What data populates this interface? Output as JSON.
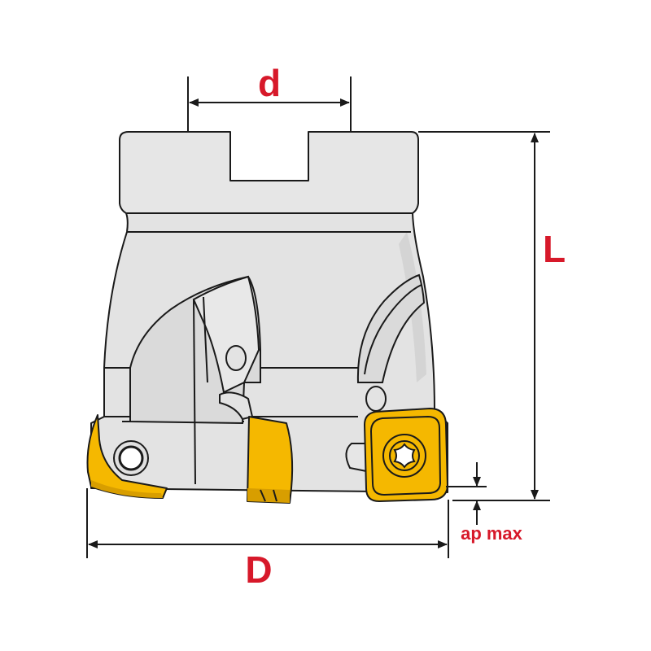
{
  "diagram": {
    "labels": {
      "d": "d",
      "L": "L",
      "D": "D",
      "ap_max": "ap max"
    },
    "colors": {
      "dimension_text": "#d7192a",
      "dimension_lines": "#1a1a1a",
      "body_fill": "#e3e3e3",
      "body_shadow": "#cfcfcf",
      "outline": "#1a1a1a",
      "insert_fill": "#f5b800",
      "insert_dark": "#c98f00"
    },
    "icons": {
      "screw": "torx-screw-icon",
      "hole": "coolant-hole-icon"
    }
  }
}
